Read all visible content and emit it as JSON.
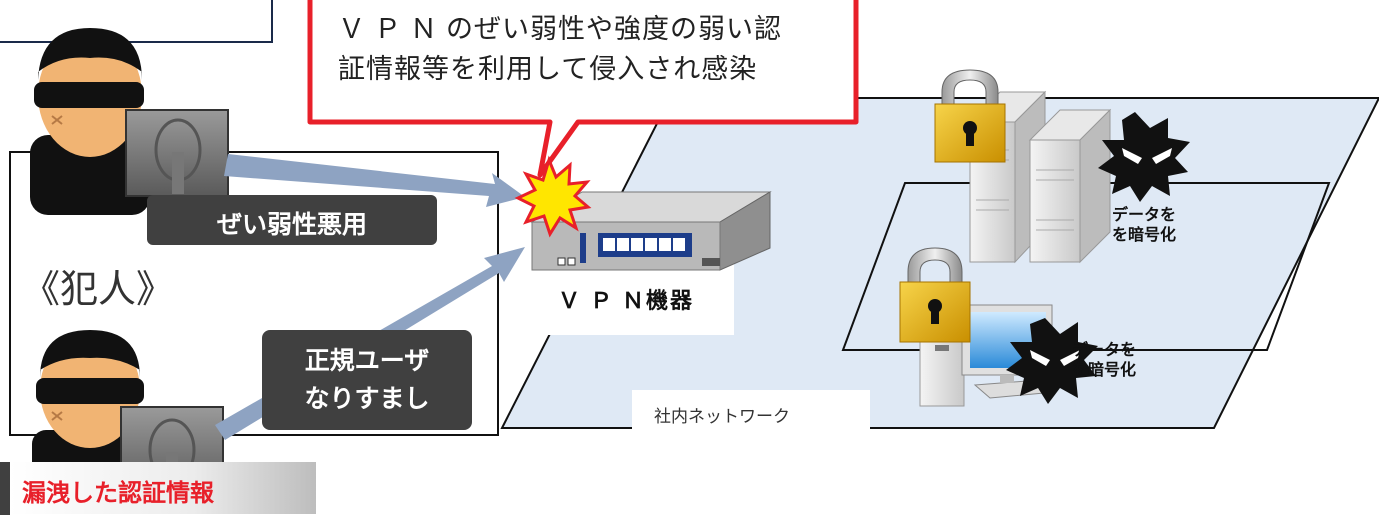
{
  "callout": {
    "line1_spaced": "ＶＰＮ",
    "line1_rest": "のぜい弱性や強度の弱い認",
    "line2": "証情報等を利用して侵入され感染"
  },
  "attack_labels": {
    "vuln_exploit": "ぜい弱性悪用",
    "impersonation_line1": "正規ユーザ",
    "impersonation_line2": "なりすまし"
  },
  "attacker_group": "《犯人》",
  "vpn_device": {
    "label_spaced": "ＶＰ",
    "label_rest": "Ｎ機器"
  },
  "network": {
    "label": "社内ネットワーク",
    "server_status_line1": "データを",
    "server_status_line2": "を暗号化",
    "pc_status_line1": "データを",
    "pc_status_line2": "を暗号化"
  },
  "leaked_credentials": "漏洩した認証情報",
  "colors": {
    "callout_border": "#e8202a",
    "network_fill": "#dfe9f5",
    "arrow": "#8ea3c2",
    "pill": "#404040",
    "lock_gold": "#e8b400",
    "leak_text": "#e8202a"
  }
}
